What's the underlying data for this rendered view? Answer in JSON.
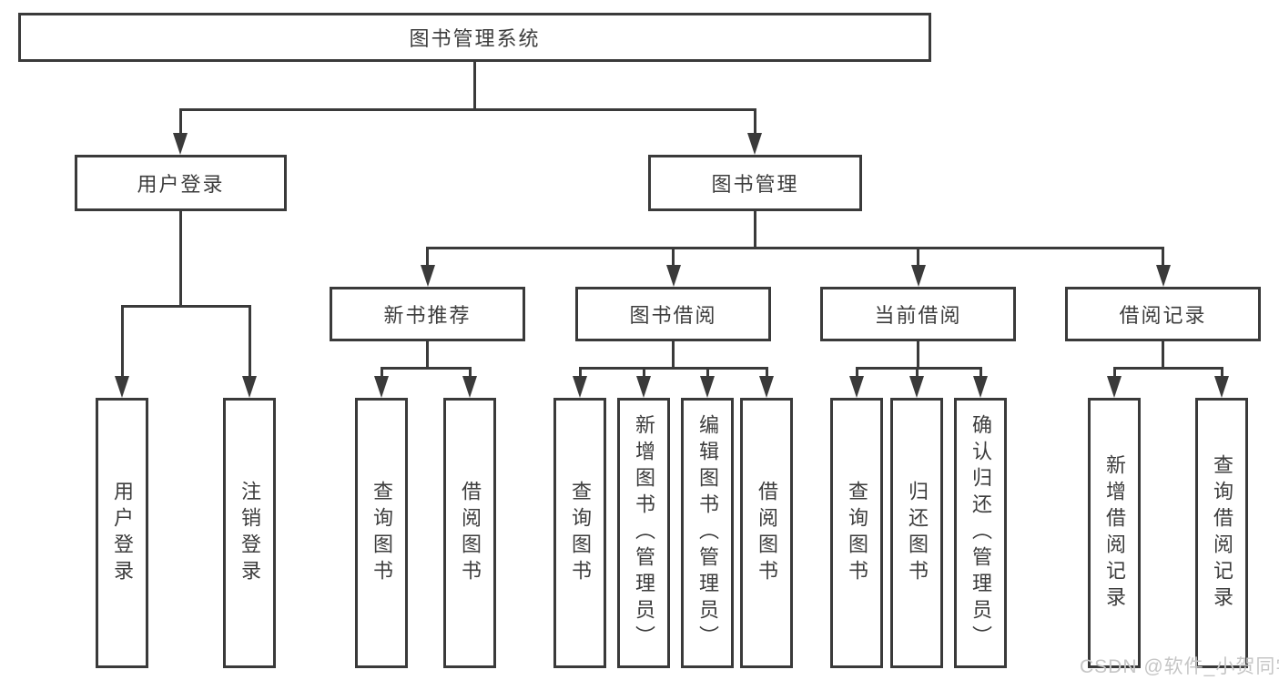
{
  "diagram": {
    "root": {
      "label": "图书管理系统"
    },
    "level2": [
      {
        "label": "用户登录"
      },
      {
        "label": "图书管理"
      }
    ],
    "level3": [
      {
        "label": "新书推荐"
      },
      {
        "label": "图书借阅"
      },
      {
        "label": "当前借阅"
      },
      {
        "label": "借阅记录"
      }
    ],
    "leaves": {
      "user_login": [
        {
          "label": "用户登录"
        },
        {
          "label": "注销登录"
        }
      ],
      "new_book_recommend": [
        {
          "label": "查询图书"
        },
        {
          "label": "借阅图书"
        }
      ],
      "book_borrowing": [
        {
          "label": "查询图书"
        },
        {
          "label": "新增图书（管理员）"
        },
        {
          "label": "编辑图书（管理员）"
        },
        {
          "label": "借阅图书"
        }
      ],
      "current_borrowing": [
        {
          "label": "查询图书"
        },
        {
          "label": "归还图书"
        },
        {
          "label": "确认归还（管理员）"
        }
      ],
      "borrowing_records": [
        {
          "label": "新增借阅记录"
        },
        {
          "label": "查询借阅记录"
        }
      ]
    },
    "colors": {
      "line": "#3a3a3a",
      "box_border": "#3a3a3a",
      "box_fill": "#ffffff",
      "text": "#3d3d3d",
      "watermark": "#c6c6c6"
    }
  },
  "watermark": {
    "text": "CSDN @软件_小贺同学"
  }
}
